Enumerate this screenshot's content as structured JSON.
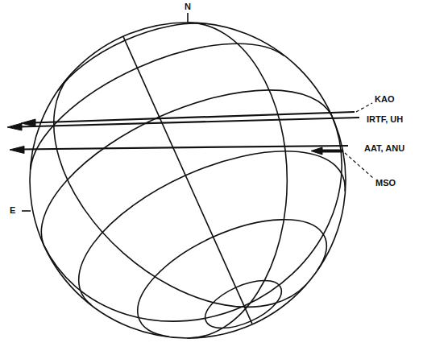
{
  "diagram": {
    "labels": [
      "N",
      "E",
      "KAO",
      "IRTF, UH",
      "AAT, ANU",
      "MSO"
    ]
  }
}
